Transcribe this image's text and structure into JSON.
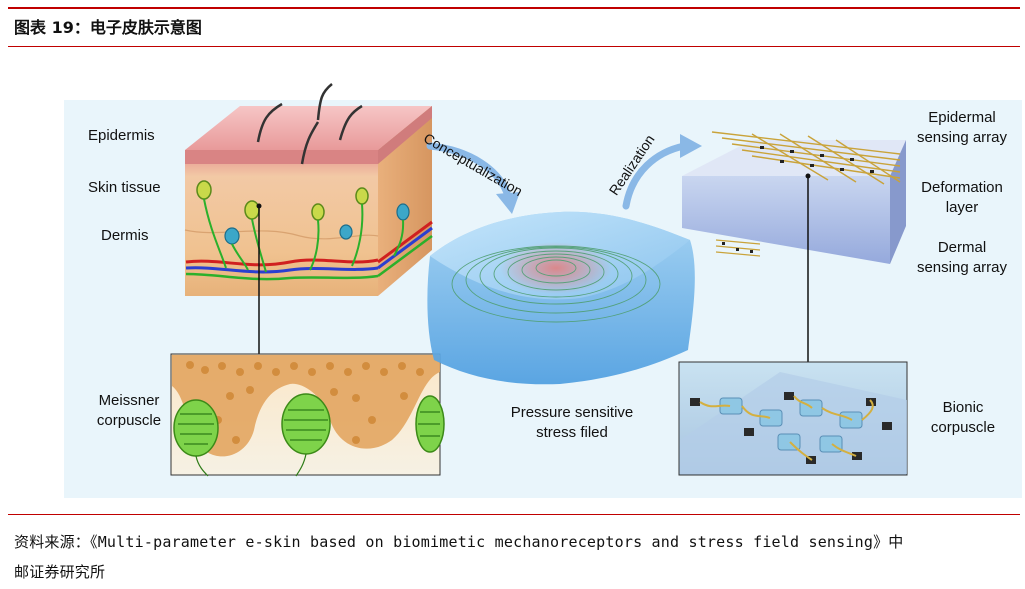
{
  "figure": {
    "title": "图表 19：电子皮肤示意图",
    "labels": {
      "epidermis": "Epidermis",
      "skin_tissue": "Skin tissue",
      "dermis": "Dermis",
      "meissner_1": "Meissner",
      "meissner_2": "corpuscle",
      "conceptualization": "Conceptualization",
      "realization": "Realization",
      "pressure_1": "Pressure sensitive",
      "pressure_2": "stress filed",
      "epidermal_1": "Epidermal",
      "epidermal_2": "sensing array",
      "deformation_1": "Deformation",
      "deformation_2": "layer",
      "dermal_1": "Dermal",
      "dermal_2": "sensing array",
      "bionic_1": "Bionic",
      "bionic_2": "corpuscle"
    }
  },
  "source": {
    "line1": "资料来源：《Multi-parameter e-skin based on biomimetic mechanoreceptors and stress field sensing》中",
    "line2": "邮证券研究所"
  },
  "colors": {
    "accent_rule": "#c00000",
    "panel_bg": "#e9f5fb",
    "arrow": "#8ab8e6"
  }
}
